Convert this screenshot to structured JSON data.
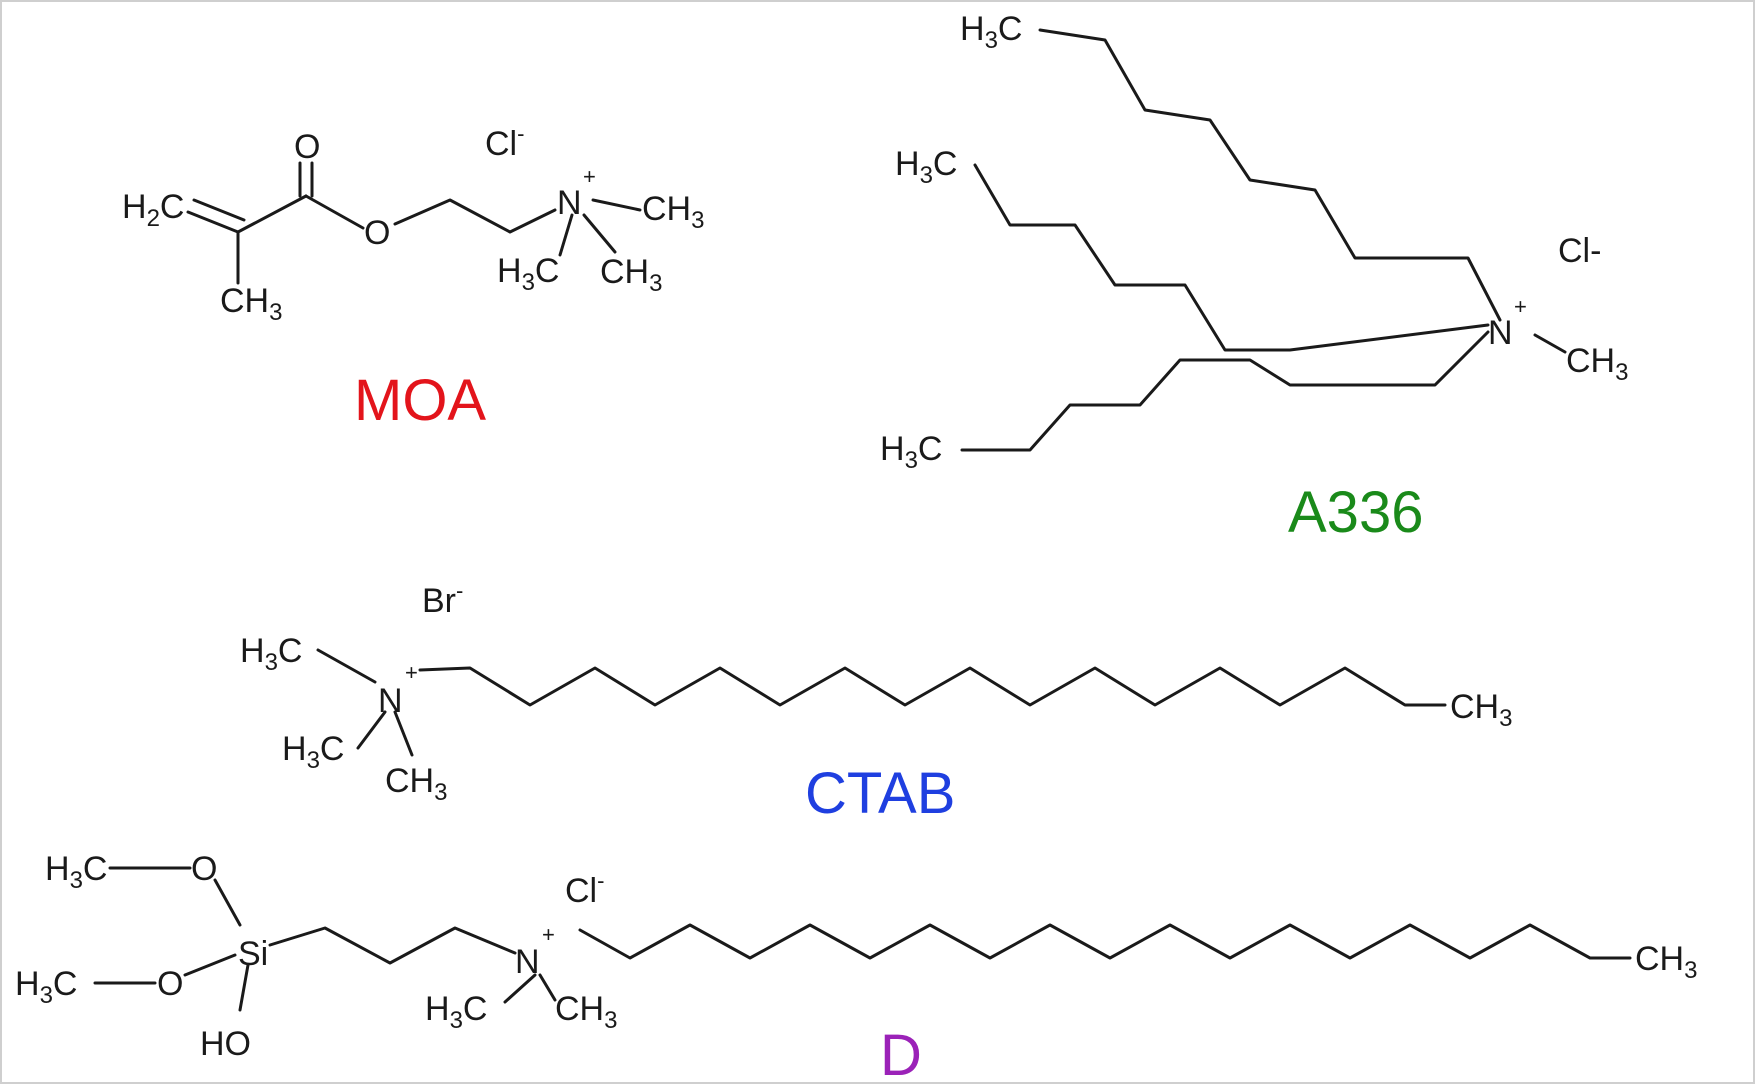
{
  "molecules": {
    "moa": {
      "name": "MOA",
      "name_color": "#e3141b",
      "counterion": "Cl",
      "counterion_charge": "-",
      "o_carbonyl": "O",
      "o_ester": "O",
      "h2c": {
        "base": "H",
        "sub": "2",
        "tail": "C"
      },
      "ch3_vinyl": {
        "base": "CH",
        "sub": "3"
      },
      "n": "N",
      "n_charge": "+",
      "ch3_right": {
        "base": "CH",
        "sub": "3"
      },
      "h3c_low": {
        "base": "H",
        "sub": "3",
        "tail": "C"
      },
      "ch3_low": {
        "base": "CH",
        "sub": "3"
      }
    },
    "a336": {
      "name": "A336",
      "name_color": "#1a8a1a",
      "counterion": "Cl-",
      "h3c_top": {
        "base": "H",
        "sub": "3",
        "tail": "C"
      },
      "h3c_mid": {
        "base": "H",
        "sub": "3",
        "tail": "C"
      },
      "h3c_bot": {
        "base": "H",
        "sub": "3",
        "tail": "C"
      },
      "n": "N",
      "n_charge": "+",
      "ch3": {
        "base": "CH",
        "sub": "3"
      }
    },
    "ctab": {
      "name": "CTAB",
      "name_color": "#1f3fe0",
      "counterion": "Br",
      "counterion_charge": "-",
      "h3c_top": {
        "base": "H",
        "sub": "3",
        "tail": "C"
      },
      "h3c_low": {
        "base": "H",
        "sub": "3",
        "tail": "C"
      },
      "n": "N",
      "n_charge": "+",
      "ch3_bottom": {
        "base": "CH",
        "sub": "3"
      },
      "ch3_end": {
        "base": "CH",
        "sub": "3"
      }
    },
    "d": {
      "name": "D",
      "name_color": "#9b22b8",
      "counterion": "Cl",
      "counterion_charge": "-",
      "h3c_o1": {
        "base": "H",
        "sub": "3",
        "tail": "C"
      },
      "o1": "O",
      "h3c_o2": {
        "base": "H",
        "sub": "3",
        "tail": "C"
      },
      "o2": "O",
      "si": "Si",
      "ho": "HO",
      "n": "N",
      "n_charge": "+",
      "h3c_low": {
        "base": "H",
        "sub": "3",
        "tail": "C"
      },
      "ch3_low": {
        "base": "CH",
        "sub": "3"
      },
      "ch3_end": {
        "base": "CH",
        "sub": "3"
      }
    }
  }
}
